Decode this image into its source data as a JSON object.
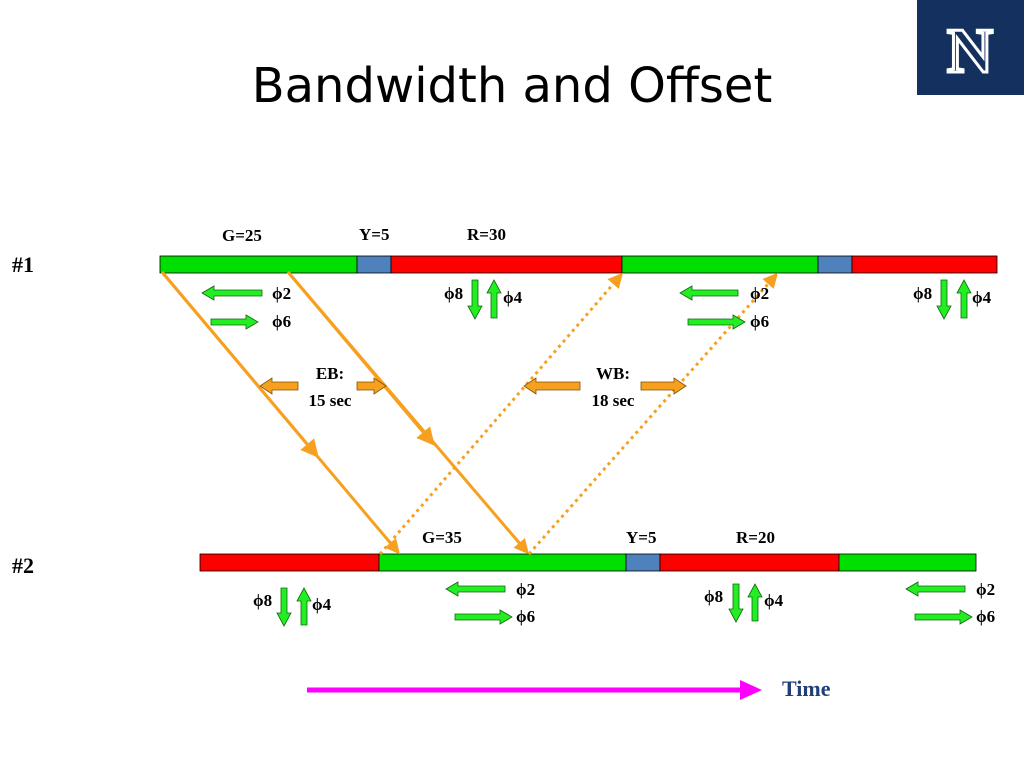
{
  "title": "Bandwidth and Offset",
  "logo": {
    "letter": "N"
  },
  "intersections": [
    {
      "label": "#1",
      "timings": [
        {
          "label": "G=25"
        },
        {
          "label": "Y=5"
        },
        {
          "label": "R=30"
        }
      ]
    },
    {
      "label": "#2",
      "timings": [
        {
          "label": "G=35"
        },
        {
          "label": "Y=5"
        },
        {
          "label": "R=20"
        }
      ]
    }
  ],
  "phases": {
    "p2": "ϕ2",
    "p6": "ϕ6",
    "p8": "ϕ8",
    "p4": "ϕ4"
  },
  "bands": {
    "eb": {
      "line1": "EB:",
      "line2": "15 sec"
    },
    "wb": {
      "line1": "WB:",
      "line2": "18 sec"
    }
  },
  "time_label": "Time",
  "colors": {
    "green": "#00e000",
    "red": "#ff0000",
    "yellow_interval": "#4f81bd",
    "band": "#f7a020",
    "arrow_green": "#22ee22",
    "time_arrow": "#ff00ff",
    "time_text": "#1f3e7a",
    "logo_bg": "#13305e"
  }
}
